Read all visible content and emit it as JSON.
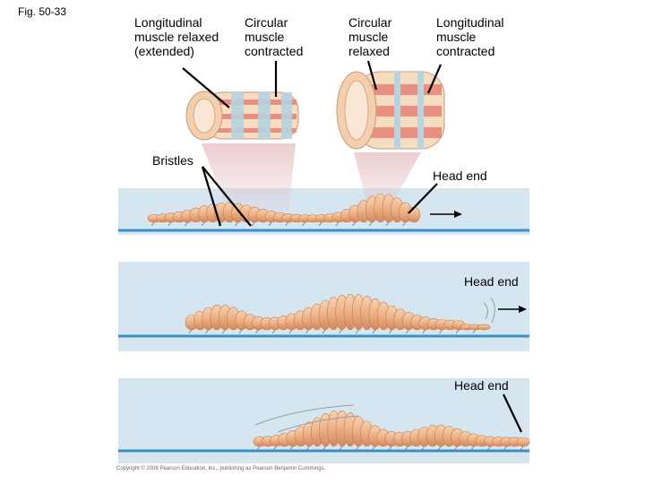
{
  "fig_label": "Fig. 50-33",
  "labels": {
    "longitudinal_relaxed": "Longitudinal\nmuscle relaxed\n(extended)",
    "circular_contracted": "Circular\nmuscle\ncontracted",
    "circular_relaxed": "Circular\nmuscle\nrelaxed",
    "longitudinal_contracted": "Longitudinal\nmuscle\ncontracted",
    "bristles": "Bristles",
    "head_end_1": "Head end",
    "head_end_2": "Head end",
    "head_end_3": "Head end"
  },
  "copyright": "Copyright © 2008 Pearson Education, Inc., publishing as Pearson Benjamin Cummings.",
  "colors": {
    "panel": "#d6e6f1",
    "ground_line": "#3a8fc8",
    "worm_body": "#eeb48a",
    "worm_shadow": "#d88a5c",
    "muscle_red": "#e88f80",
    "muscle_blue": "#b7d3e0",
    "tube_base": "#f6dcc0"
  }
}
